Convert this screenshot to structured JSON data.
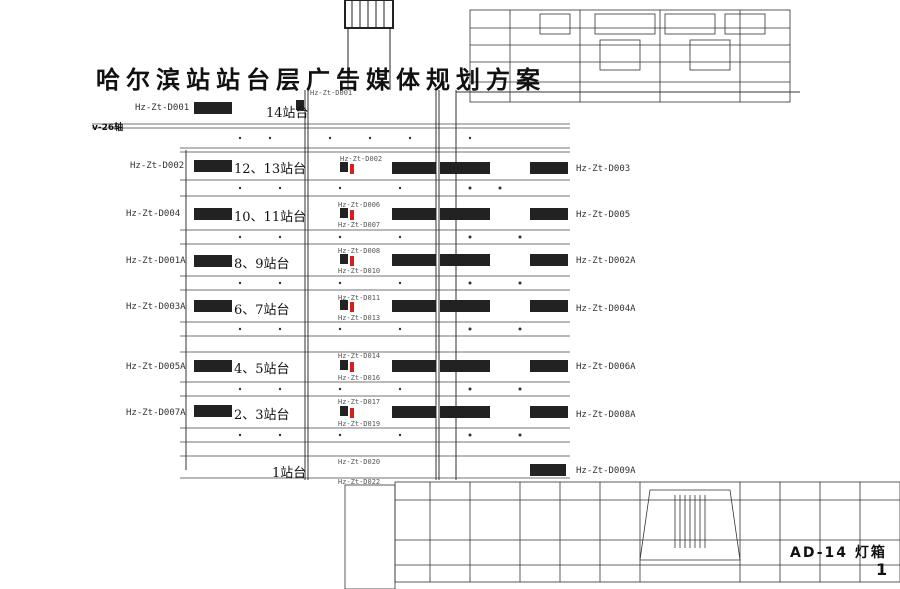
{
  "title": "哈尔滨站站台层广告媒体规划方案",
  "axis_label": "v-26轴",
  "legend_text": "AD-14 灯箱",
  "legend_number": "1",
  "left_tags": [
    "Hz-Zt-D001",
    "Hz-Zt-D002",
    "Hz-Zt-D004",
    "Hz-Zt-D001A",
    "Hz-Zt-D003A",
    "Hz-Zt-D005A",
    "Hz-Zt-D007A"
  ],
  "right_tags": [
    "Hz-Zt-D003",
    "Hz-Zt-D005",
    "Hz-Zt-D002A",
    "Hz-Zt-D004A",
    "Hz-Zt-D006A",
    "Hz-Zt-D008A",
    "Hz-Zt-D009A"
  ],
  "platforms": [
    "14站台",
    "12、13站台",
    "10、11站台",
    "8、9站台",
    "6、7站台",
    "4、5站台",
    "2、3站台",
    "1站台"
  ],
  "mid_tags": [
    "Hz-Zt-D001",
    "Hz-Zt-D002",
    "Hz-Zt-D006",
    "Hz-Zt-D007",
    "Hz-Zt-D008",
    "Hz-Zt-D010",
    "Hz-Zt-D011",
    "Hz-Zt-D013",
    "Hz-Zt-D014",
    "Hz-Zt-D016",
    "Hz-Zt-D017",
    "Hz-Zt-D019",
    "Hz-Zt-D020",
    "Hz-Zt-D022"
  ]
}
